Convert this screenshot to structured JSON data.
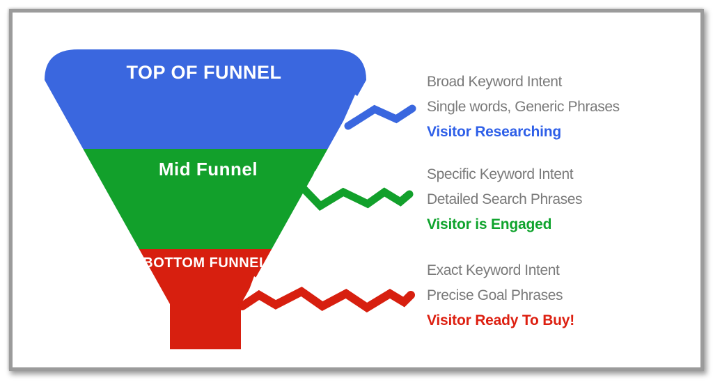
{
  "frame": {
    "border_color": "#9b9b9b",
    "background": "#ffffff"
  },
  "funnel": {
    "stages": [
      {
        "label": "TOP OF FUNNEL",
        "color": "#3A67DF",
        "label_color": "#ffffff"
      },
      {
        "label": "Mid Funnel",
        "color": "#12A02B",
        "label_color": "#ffffff"
      },
      {
        "label": "BOTTOM FUNNEL",
        "color": "#D71F0F",
        "label_color": "#ffffff"
      }
    ]
  },
  "annotations": [
    {
      "lines": [
        "Broad Keyword Intent",
        "Single words, Generic Phrases"
      ],
      "highlight": "Visitor Researching",
      "text_color": "#7a7a7a",
      "highlight_color": "#2E5FE8"
    },
    {
      "lines": [
        "Specific Keyword Intent",
        "Detailed Search Phrases"
      ],
      "highlight": "Visitor is Engaged",
      "text_color": "#7a7a7a",
      "highlight_color": "#0EA32C"
    },
    {
      "lines": [
        "Exact Keyword Intent",
        "Precise Goal Phrases"
      ],
      "highlight": "Visitor Ready To Buy!",
      "text_color": "#7a7a7a",
      "highlight_color": "#DD1F10"
    }
  ]
}
